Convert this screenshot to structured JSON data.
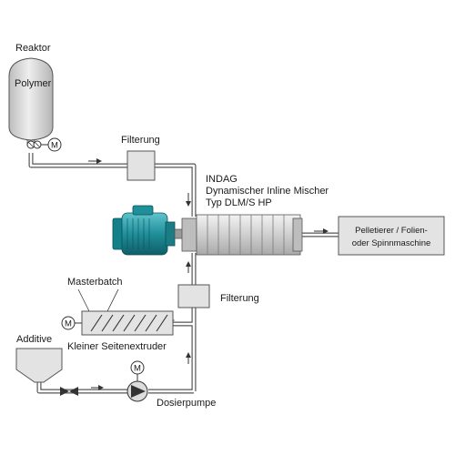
{
  "labels": {
    "reaktor": "Reaktor",
    "polymer": "Polymer",
    "filterung_top": "Filterung",
    "indag_line1": "INDAG",
    "indag_line2": "Dynamischer Inline Mischer",
    "indag_line3": "Typ DLM/S HP",
    "pelletierer_line1": "Pelletierer / Folien-",
    "pelletierer_line2": "oder Spinnmaschine",
    "filterung_bottom": "Filterung",
    "masterbatch": "Masterbatch",
    "motor_m": "M",
    "kleiner_seitenextruder": "Kleiner Seitenextruder",
    "additive": "Additive",
    "dosierpumpe": "Dosierpumpe"
  },
  "colors": {
    "motor_teal": "#1f8f9a",
    "motor_teal_dark": "#146b74",
    "vessel_gray": "#d9d9d9",
    "outline": "#555555"
  },
  "icons": {
    "motor": "circle-M-icon",
    "valve": "bowtie-valve-icon",
    "pump": "centrifugal-pump-icon"
  }
}
